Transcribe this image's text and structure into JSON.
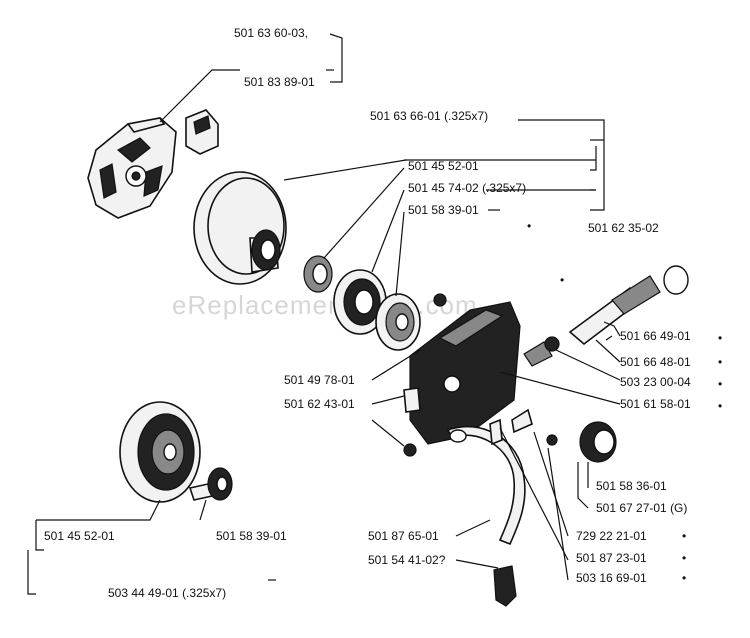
{
  "watermark": "eReplacementParts.com",
  "labels": {
    "p_501636003": "501 63 60-03,",
    "p_501838901": "501 83 89-01",
    "p_501636601": "501 63 66-01 (.325x7)",
    "p_501455201_top": "501 45 52-01",
    "p_501457402": "501 45 74-02 (.325x7)",
    "p_501583901_top": "501 58 39-01",
    "p_501623502": "501 62 35-02",
    "p_501664901": "501 66 49-01",
    "p_501664801": "501 66 48-01",
    "p_503230004": "503 23 00-04",
    "p_501615801": "501 61 58-01",
    "p_501497801": "501 49 78-01",
    "p_501624301": "501 62 43-01",
    "p_501583601": "501 58 36-01",
    "p_501672701": "501 67 27-01 (G)",
    "p_501455201_bot": "501 45 52-01",
    "p_501583901_bot": "501 58 39-01",
    "p_501876501": "501 87 65-01",
    "p_501544102": "501 54 41-02?",
    "p_729222101": "729 22 21-01",
    "p_501872301": "501 87 23-01",
    "p_503166901": "503 16 69-01",
    "p_503444901": "503 44 49-01 (.325x7)"
  },
  "bullet": "•"
}
